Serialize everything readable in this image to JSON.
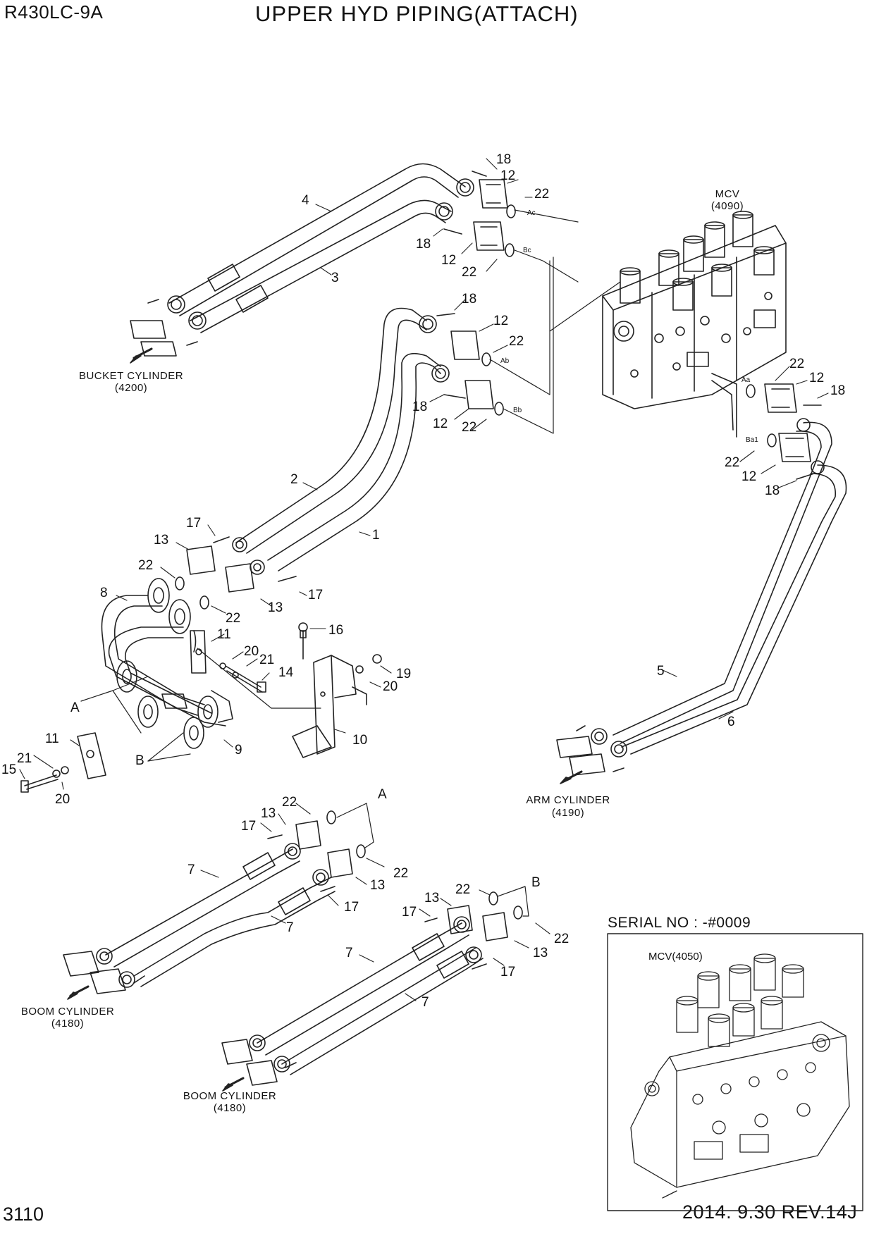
{
  "header": {
    "model": "R430LC-9A",
    "title": "UPPER HYD PIPING(ATTACH)"
  },
  "footer": {
    "page_number": "3110",
    "revision": "2014. 9.30  REV.14J"
  },
  "inset": {
    "serial_label": "SERIAL NO : -#0009",
    "valve_label": "MCV(4050)"
  },
  "mcv": {
    "name": "MCV",
    "ref": "(4090)"
  },
  "connections": {
    "bucket": {
      "name": "BUCKET CYLINDER",
      "ref": "(4200)"
    },
    "arm": {
      "name": "ARM CYLINDER",
      "ref": "(4190)"
    },
    "boom_1": {
      "name": "BOOM CYLINDER",
      "ref": "(4180)"
    },
    "boom_2": {
      "name": "BOOM CYLINDER",
      "ref": "(4180)"
    }
  },
  "port_labels": [
    "Ac",
    "Bc",
    "Ab",
    "Bb",
    "Aa",
    "Ba1"
  ],
  "group_letters": [
    "A",
    "B",
    "A",
    "B"
  ],
  "callouts": [
    "18",
    "12",
    "22",
    "4",
    "18",
    "12",
    "22",
    "3",
    "18",
    "12",
    "22",
    "18",
    "12",
    "22",
    "22",
    "12",
    "18",
    "22",
    "12",
    "18",
    "2",
    "1",
    "17",
    "13",
    "22",
    "13",
    "22",
    "17",
    "8",
    "11",
    "20",
    "21",
    "14",
    "16",
    "19",
    "20",
    "10",
    "9",
    "11",
    "15",
    "21",
    "20",
    "5",
    "6",
    "22",
    "13",
    "17",
    "22",
    "13",
    "17",
    "7",
    "7",
    "22",
    "13",
    "17",
    "22",
    "13",
    "17",
    "7",
    "7"
  ],
  "colors": {
    "line": "#222222",
    "background": "#ffffff"
  }
}
